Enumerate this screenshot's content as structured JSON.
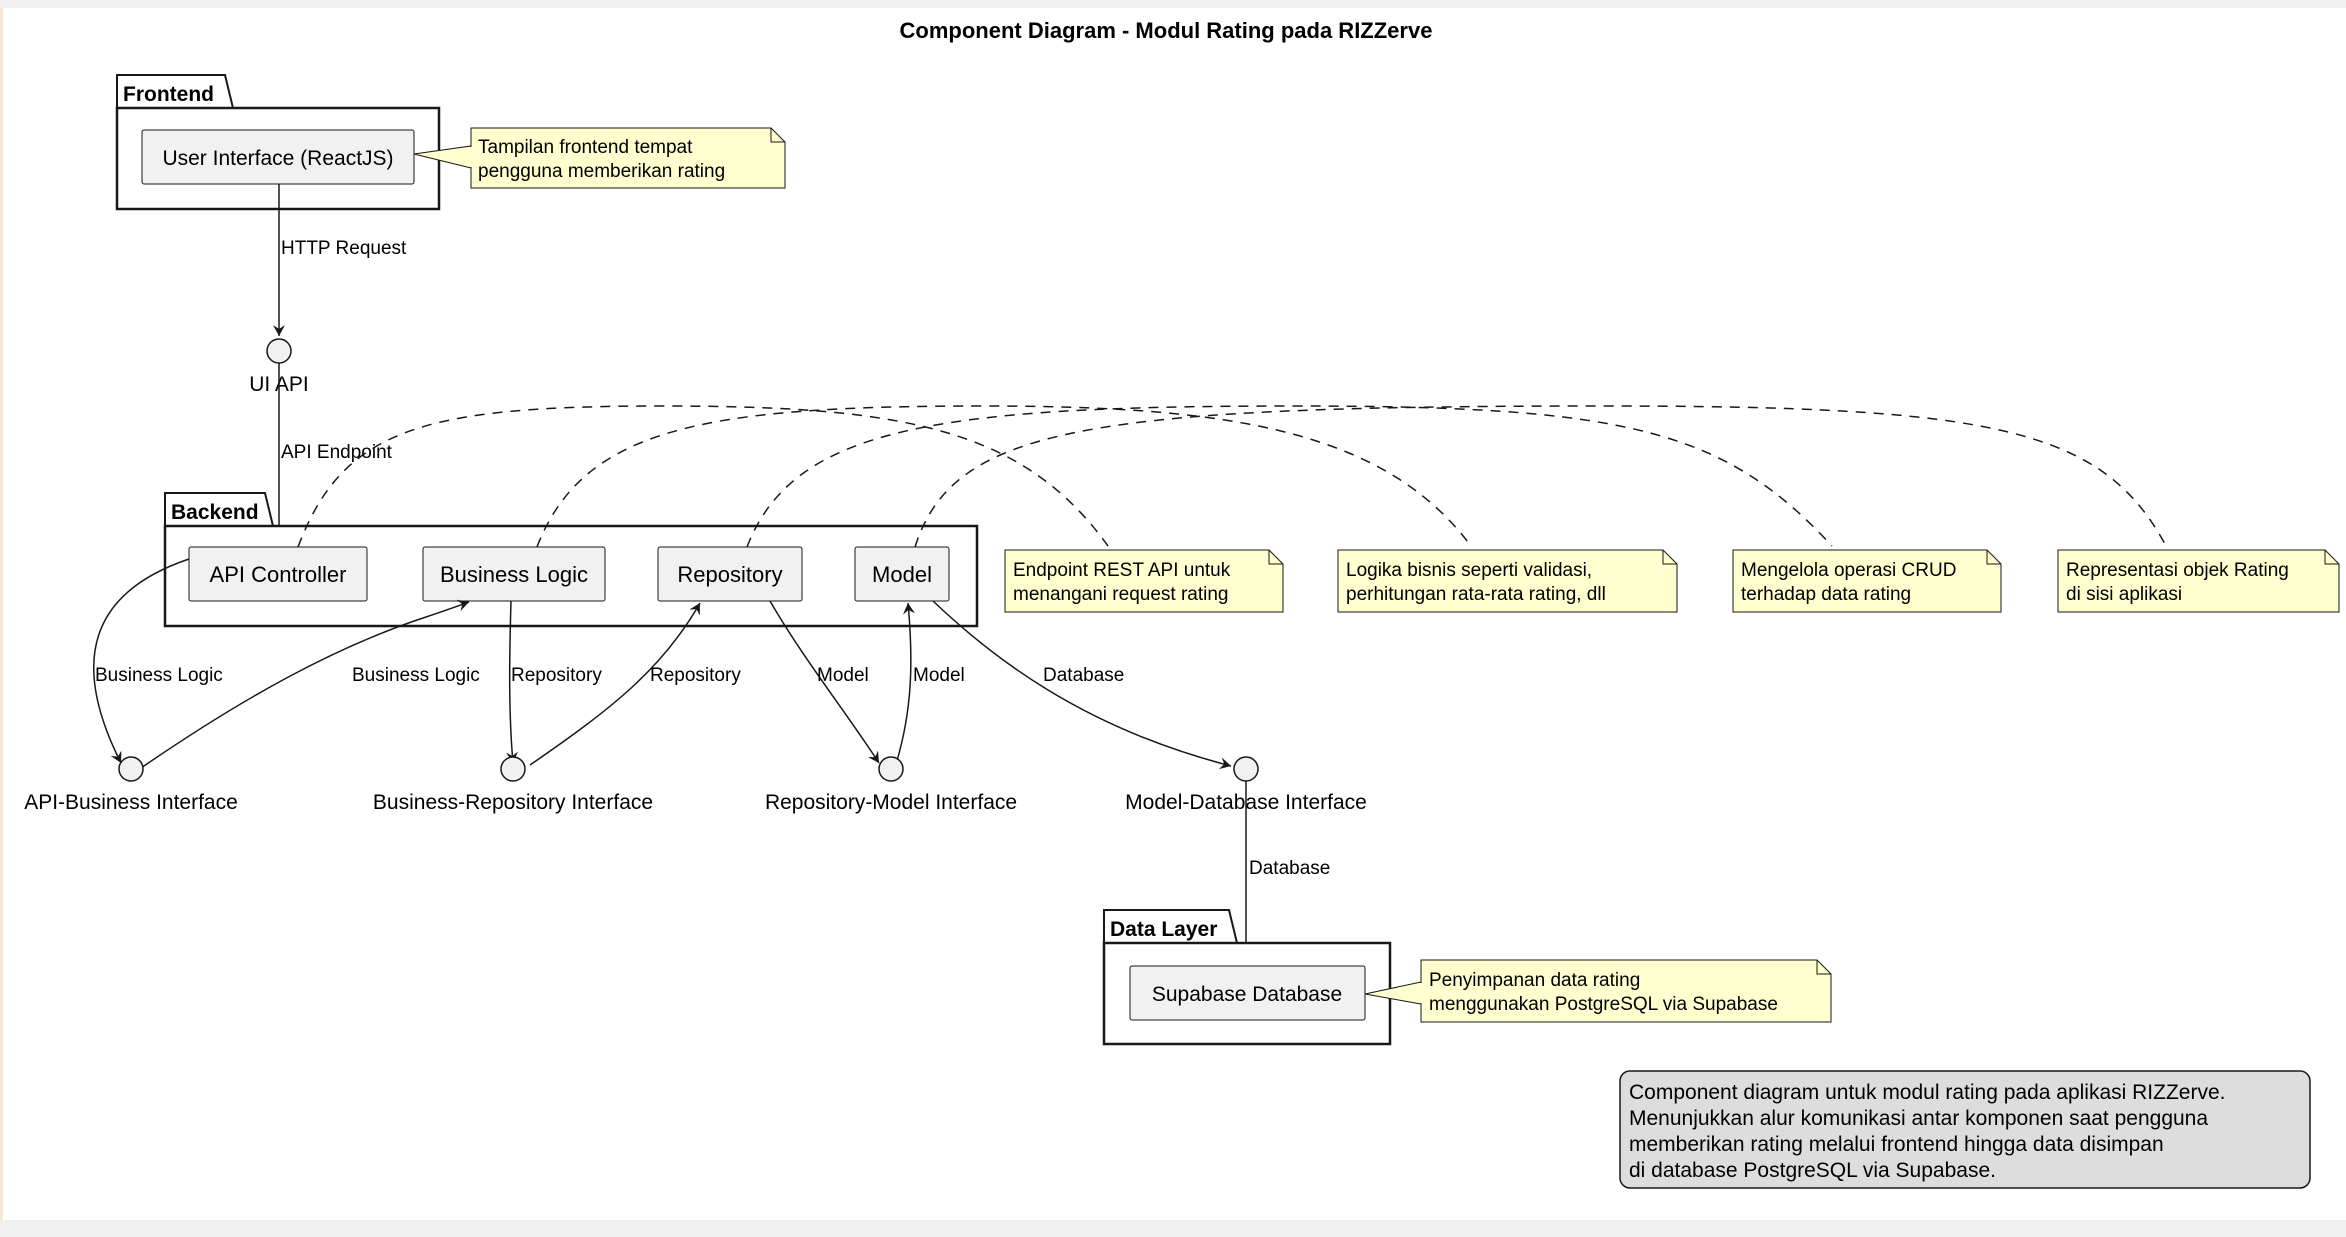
{
  "title": "Component Diagram - Modul Rating pada RIZZerve",
  "packages": {
    "frontend": "Frontend",
    "backend": "Backend",
    "data_layer": "Data Layer"
  },
  "components": {
    "ui": "User Interface (ReactJS)",
    "api_controller": "API Controller",
    "business_logic": "Business Logic",
    "repository": "Repository",
    "model": "Model",
    "supabase": "Supabase Database"
  },
  "interfaces": {
    "ui_api": "UI API",
    "api_business": "API-Business Interface",
    "business_repository": "Business-Repository Interface",
    "repository_model": "Repository-Model Interface",
    "model_database": "Model-Database Interface"
  },
  "edge_labels": {
    "http_request": "HTTP Request",
    "api_endpoint": "API Endpoint",
    "api_to_bi": "Business Logic",
    "bi_to_bl": "Business Logic",
    "bl_to_ri": "Repository",
    "ri_to_repo": "Repository",
    "repo_to_mi": "Model",
    "mi_to_model": "Model",
    "model_to_di": "Database",
    "di_to_db": "Database"
  },
  "notes": {
    "ui": [
      "Tampilan frontend tempat",
      "pengguna memberikan rating"
    ],
    "api": [
      "Endpoint REST API untuk",
      "menangani request rating"
    ],
    "business": [
      "Logika bisnis seperti validasi,",
      "perhitungan rata-rata rating, dll"
    ],
    "repository": [
      "Mengelola operasi CRUD",
      "terhadap data rating"
    ],
    "model": [
      "Representasi objek Rating",
      "di sisi aplikasi"
    ],
    "database": [
      "Penyimpanan data rating",
      "menggunakan PostgreSQL via Supabase"
    ]
  },
  "caption": [
    "Component diagram untuk modul rating pada aplikasi RIZZerve.",
    "Menunjukkan alur komunikasi antar komponen saat pengguna",
    "memberikan rating melalui frontend hingga data disimpan",
    "di database PostgreSQL via Supabase."
  ],
  "colors": {
    "note_fill": "#fefece",
    "component_fill": "#f1f1f1",
    "caption_fill": "#dddddd",
    "line": "#181818"
  }
}
